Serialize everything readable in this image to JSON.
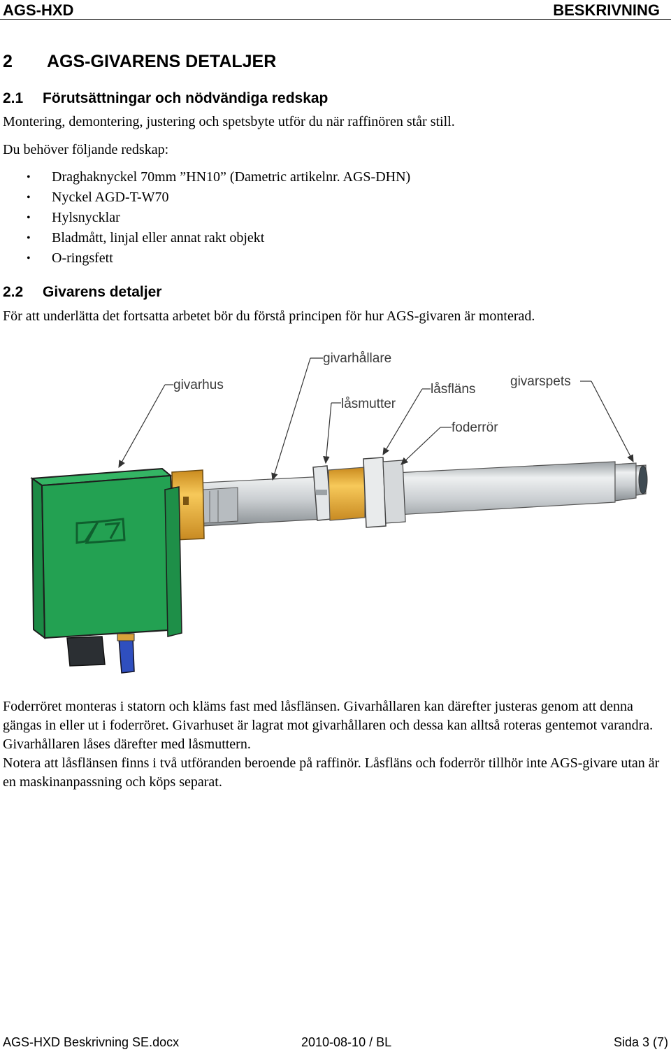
{
  "header": {
    "left": "AGS-HXD",
    "right": "BESKRIVNING"
  },
  "section": {
    "number": "2",
    "title": "AGS-GIVARENS DETALJER"
  },
  "sub1": {
    "number": "2.1",
    "title": "Förutsättningar och nödvändiga redskap",
    "intro": "Montering, demontering, justering och spetsbyte utför du när raffinören står still.",
    "lead": "Du behöver följande redskap:",
    "tools": [
      "Draghaknyckel 70mm ”HN10” (Dametric artikelnr. AGS-DHN)",
      "Nyckel AGD-T-W70",
      "Hylsnycklar",
      "Bladmått, linjal eller annat rakt objekt",
      "O-ringsfett"
    ]
  },
  "sub2": {
    "number": "2.2",
    "title": "Givarens detaljer",
    "intro": "För att underlätta det fortsatta arbetet bör du förstå principen för hur AGS-givaren är monterad."
  },
  "figure": {
    "labels": {
      "givarhallare": "givarhållare",
      "givarhus": "givarhus",
      "lasfläns": "låsfläns",
      "givarspets": "givarspets",
      "lasmutter": "låsmutter",
      "foderror": "foderrör"
    },
    "colors": {
      "housing": "#23a152",
      "brass": "#f0b43a",
      "steel": "#c9cdd0"
    }
  },
  "body": {
    "para1": "Foderröret monteras i statorn och kläms fast med låsflänsen. Givarhållaren kan därefter justeras genom att denna gängas in eller ut i foderröret. Givarhuset är lagrat mot givarhållaren och dessa kan alltså roteras gentemot varandra. Givarhållaren låses därefter med låsmuttern.",
    "para2": "Notera att låsflänsen finns i två utföranden beroende på raffinör. Låsfläns och foderrör tillhör inte AGS-givare utan är en maskinanpassning och köps separat."
  },
  "footer": {
    "left": "AGS-HXD Beskrivning SE.docx",
    "center": "2010-08-10 / BL",
    "right": "Sida 3 (7)"
  }
}
